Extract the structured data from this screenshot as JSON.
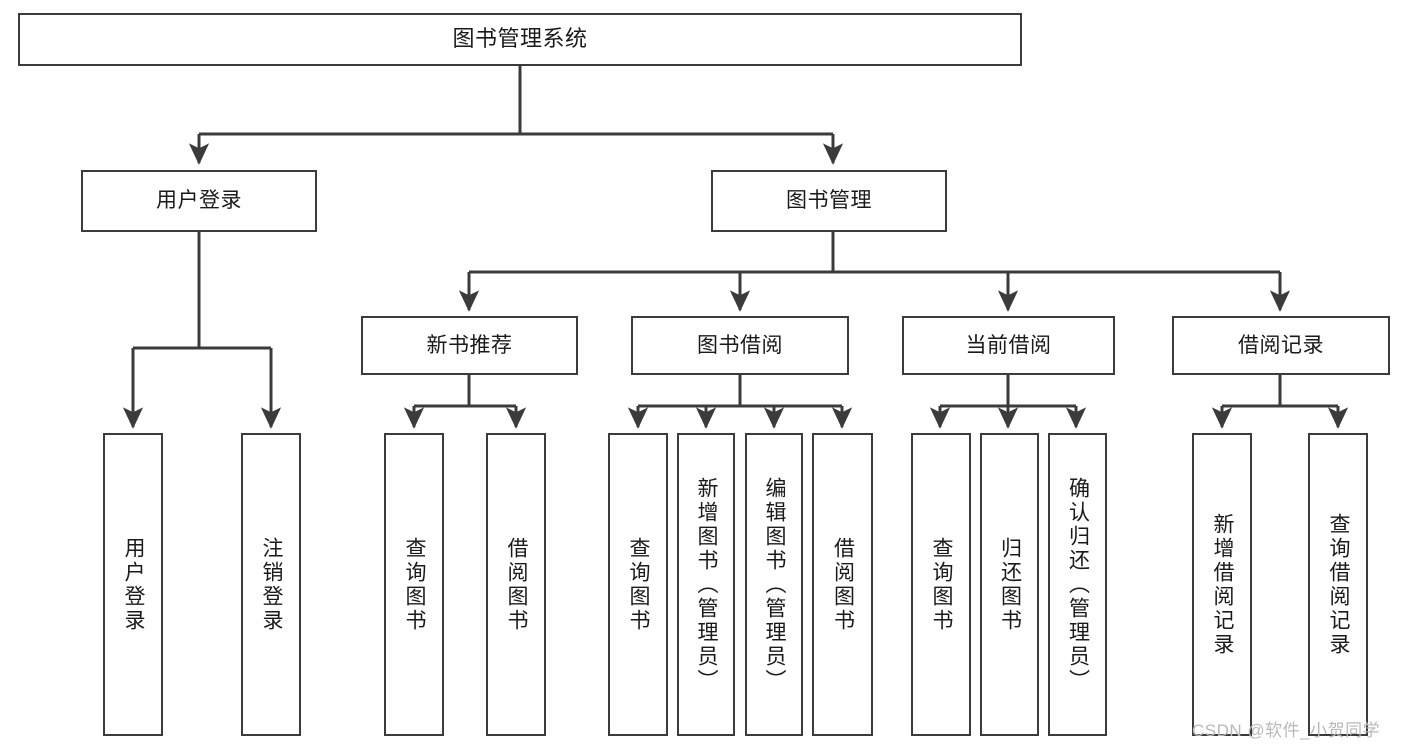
{
  "diagram": {
    "title": "图书管理系统",
    "type": "tree-hierarchy-diagram",
    "nodes": {
      "root": {
        "label": "图书管理系统"
      },
      "level2": [
        {
          "id": "user-login",
          "label": "用户登录"
        },
        {
          "id": "book-management",
          "label": "图书管理"
        }
      ],
      "level3": [
        {
          "id": "new-book-recommend",
          "label": "新书推荐"
        },
        {
          "id": "book-borrow",
          "label": "图书借阅"
        },
        {
          "id": "current-borrow",
          "label": "当前借阅"
        },
        {
          "id": "borrow-record",
          "label": "借阅记录"
        }
      ],
      "leaves": {
        "user-login": [
          {
            "id": "leaf-user-login",
            "label": "用户登录"
          },
          {
            "id": "leaf-logout",
            "label": "注销登录"
          }
        ],
        "new-book-recommend": [
          {
            "id": "leaf-query-book-1",
            "label": "查询图书"
          },
          {
            "id": "leaf-borrow-book-1",
            "label": "借阅图书"
          }
        ],
        "book-borrow": [
          {
            "id": "leaf-query-book-2",
            "label": "查询图书"
          },
          {
            "id": "leaf-add-book",
            "label": "新增图书（管理员）"
          },
          {
            "id": "leaf-edit-book",
            "label": "编辑图书（管理员）"
          },
          {
            "id": "leaf-borrow-book-2",
            "label": "借阅图书"
          }
        ],
        "current-borrow": [
          {
            "id": "leaf-query-book-3",
            "label": "查询图书"
          },
          {
            "id": "leaf-return-book",
            "label": "归还图书"
          },
          {
            "id": "leaf-confirm-return",
            "label": "确认归还（管理员）"
          }
        ],
        "borrow-record": [
          {
            "id": "leaf-add-record",
            "label": "新增借阅记录"
          },
          {
            "id": "leaf-query-record",
            "label": "查询借阅记录"
          }
        ]
      }
    },
    "colors": {
      "stroke": "#3b3b3b",
      "fill": "#ffffff",
      "text": "#1a1a1a",
      "watermark": "#b9b9b9"
    }
  },
  "watermark": {
    "text": "CSDN @软件_小贺同学"
  }
}
